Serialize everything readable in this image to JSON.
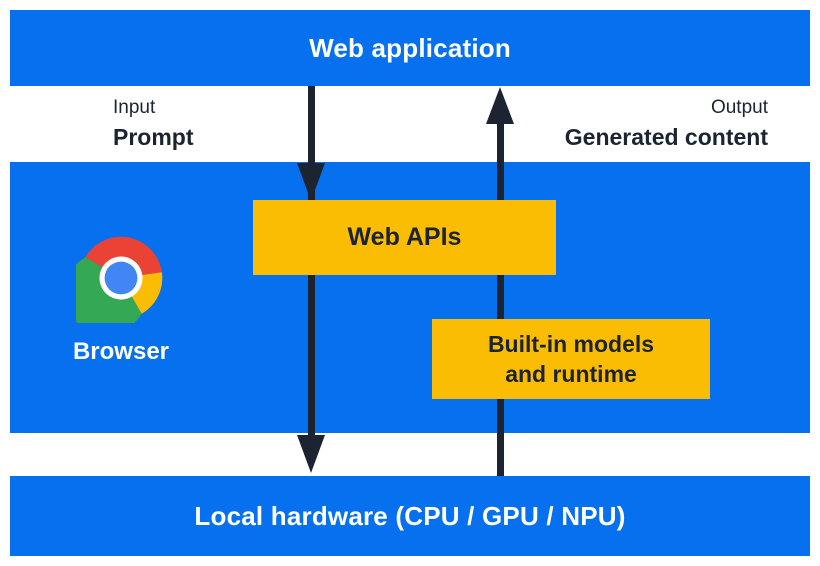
{
  "colors": {
    "blue": "#0670ee",
    "yellow": "#fbbc04",
    "ink": "#1b2430",
    "white": "#ffffff",
    "chrome_red": "#ea4335",
    "chrome_green": "#34a853",
    "chrome_yellow": "#fbbc04",
    "chrome_blue": "#4285f4"
  },
  "layers": {
    "web_application": {
      "label": "Web application"
    },
    "local_hardware": {
      "label": "Local hardware (CPU / GPU / NPU)"
    }
  },
  "io": {
    "input_title": "Input",
    "input_value": "Prompt",
    "output_title": "Output",
    "output_value": "Generated content"
  },
  "browser": {
    "label": "Browser"
  },
  "boxes": {
    "web_apis": {
      "label": "Web APIs"
    },
    "builtin": {
      "line1": "Built-in models",
      "line2": "and runtime"
    }
  },
  "icons": {
    "browser_logo": "chrome-logo-icon"
  },
  "arrows": {
    "down": {
      "from": "Web application",
      "through": "Web APIs",
      "to": "Local hardware"
    },
    "up": {
      "from": "Local hardware",
      "through": "Built-in models and runtime",
      "to": "Web application"
    }
  }
}
